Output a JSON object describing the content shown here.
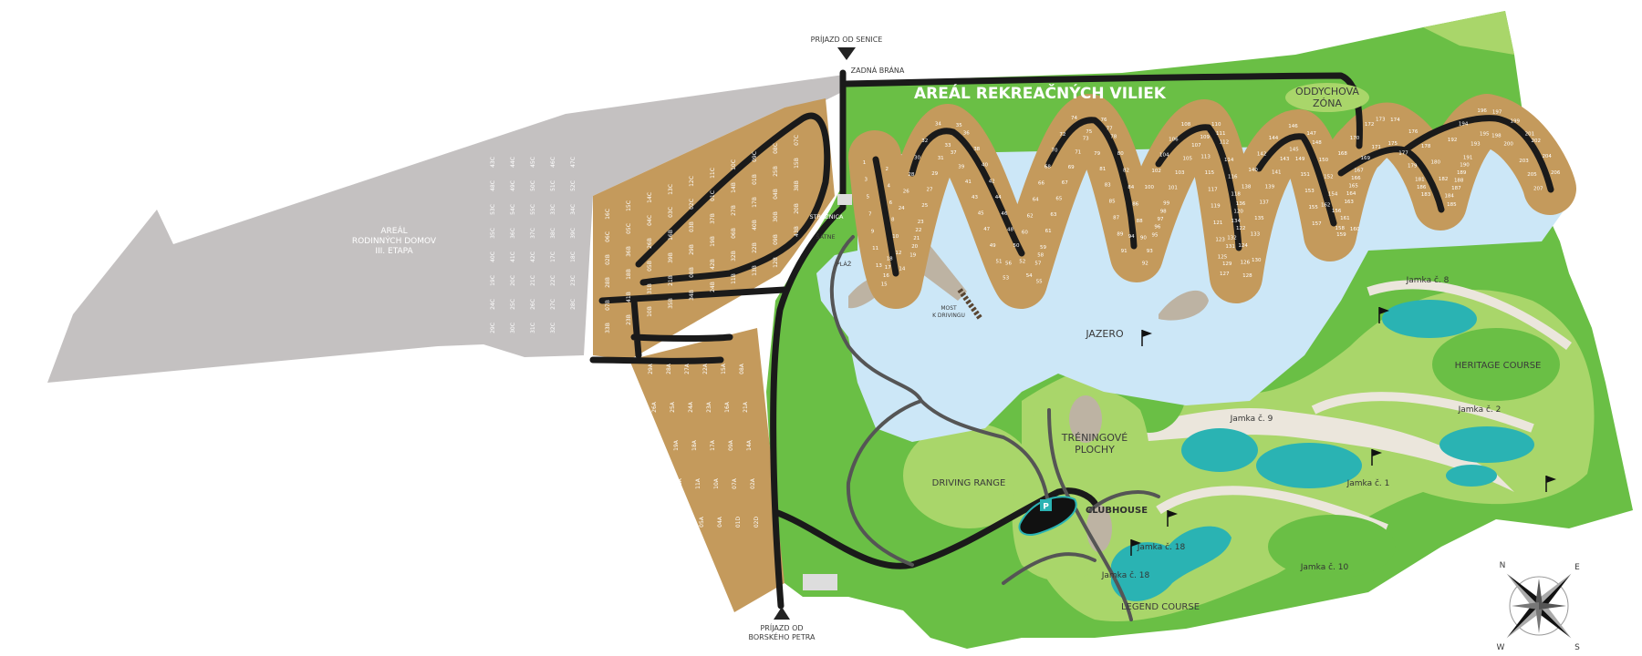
{
  "colors": {
    "grass": "#6abf45",
    "fairway": "#a9d66a",
    "lake": "#cce7f7",
    "pond": "#2ab3b3",
    "plots": "#c49a5c",
    "future_area": "#c4c1c1",
    "road": "#1a1a1a",
    "path": "#555555",
    "sand": "#ebe6dc",
    "beach": "#bdb3a3"
  },
  "entrances": {
    "north": "PRÍJAZD OD SENICE",
    "south_line1": "PRÍJAZD OD",
    "south_line2": "BORSKÉHO PETRA",
    "back_gate": "ZADNÁ BRÁNA"
  },
  "areas": {
    "villas": "AREÁL REKREAČNÝCH VILIEK",
    "family_homes_line1": "AREÁL",
    "family_homes_line2": "RODINNÝCH DOMOV",
    "family_homes_line3": "III. ETAPA",
    "rest_zone_line1": "ODDYCHOVÁ",
    "rest_zone_line2": "ZÓNA",
    "lake": "JAZERO",
    "gatehouse": "STRÁŽNICA",
    "changing_rooms": "ŠATNE",
    "beach": "PLÁŽ",
    "bridge_line1": "MOST",
    "bridge_line2": "K DRIVINGU",
    "training_line1": "TRÉNINGOVÉ",
    "training_line2": "PLOCHY",
    "driving_range": "DRIVING RANGE",
    "clubhouse": "CLUBHOUSE",
    "parking": "P",
    "legend_course": "LEGEND COURSE",
    "heritage_course": "HERITAGE COURSE"
  },
  "holes": [
    {
      "label": "Jamka č. 9"
    },
    {
      "label": "Jamka č. 1"
    },
    {
      "label": "Jamka č. 18"
    },
    {
      "label": "Jamka č. 18"
    },
    {
      "label": "Jamka č. 10"
    },
    {
      "label": "Jamka č. 8"
    },
    {
      "label": "Jamka č. 2"
    }
  ],
  "lake_plots": {
    "first": 1,
    "last": 207
  },
  "plot_codes": [
    "16C",
    "15C",
    "14C",
    "13C",
    "12C",
    "11C",
    "10C",
    "09C",
    "08C",
    "07C",
    "06C",
    "05C",
    "04C",
    "03C",
    "02C",
    "01C",
    "14B",
    "01B",
    "25B",
    "15B",
    "02B",
    "36B",
    "26B",
    "16B",
    "03B",
    "37B",
    "27B",
    "17B",
    "04B",
    "38B",
    "28B",
    "18B",
    "05B",
    "39B",
    "29B",
    "19B",
    "06B",
    "40B",
    "30B",
    "20B",
    "07B",
    "41B",
    "31B",
    "21B",
    "08B",
    "42B",
    "32B",
    "22B",
    "09B",
    "43B",
    "33B",
    "23B",
    "10B",
    "35B",
    "34B",
    "24B",
    "11B",
    "13B",
    "12B",
    "29A",
    "28A",
    "27A",
    "22A",
    "15A",
    "08A",
    "26A",
    "25A",
    "24A",
    "23A",
    "16A",
    "21A",
    "20A",
    "19A",
    "18A",
    "17A",
    "09A",
    "14A",
    "13A",
    "12A",
    "11A",
    "10A",
    "07A",
    "02A",
    "01A",
    "06A",
    "05A",
    "04A",
    "01D",
    "02D",
    "03D"
  ],
  "future_plot_codes": [
    "43C",
    "44C",
    "45C",
    "46C",
    "47C",
    "48C",
    "49C",
    "50C",
    "51C",
    "52C",
    "53C",
    "54C",
    "55C",
    "33C",
    "34C",
    "35C",
    "36C",
    "37C",
    "38C",
    "39C",
    "40C",
    "41C",
    "42C",
    "17C",
    "18C",
    "19C",
    "20C",
    "21C",
    "22C",
    "23C",
    "24C",
    "25C",
    "26C",
    "27C",
    "28C",
    "29C",
    "30C",
    "31C",
    "32C"
  ],
  "compass": {
    "n": "N",
    "e": "E",
    "s": "S",
    "w": "W"
  }
}
